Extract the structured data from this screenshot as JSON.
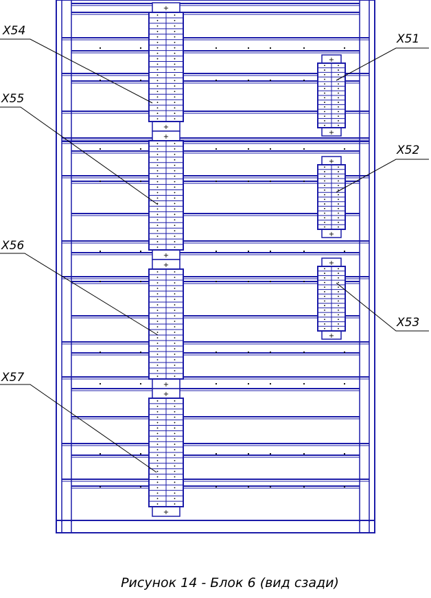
{
  "caption": "Рисунок 14 -  Блок 6 (вид сзади)",
  "colors": {
    "frame": "#1a1aa8",
    "leader": "#000000",
    "label": "#000000",
    "background": "#ffffff"
  },
  "connectors": [
    {
      "label": "X54"
    },
    {
      "label": "X55"
    },
    {
      "label": "X56"
    },
    {
      "label": "X57"
    },
    {
      "label": "X51"
    },
    {
      "label": "X52"
    },
    {
      "label": "X53"
    }
  ],
  "terminal_mark": "+"
}
